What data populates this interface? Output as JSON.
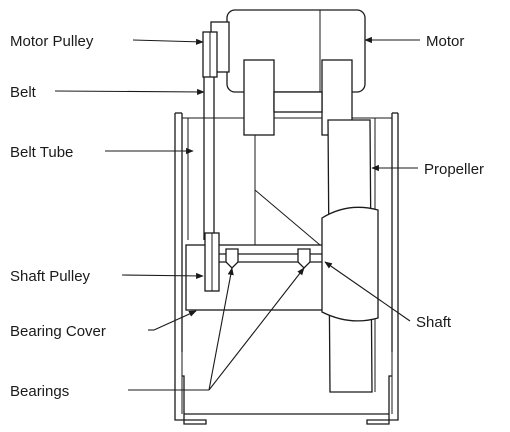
{
  "labels": {
    "motor_pulley": "Motor Pulley",
    "belt": "Belt",
    "belt_tube": "Belt Tube",
    "shaft_pulley": "Shaft Pulley",
    "bearing_cover": "Bearing Cover",
    "bearings": "Bearings",
    "motor": "Motor",
    "propeller": "Propeller",
    "shaft": "Shaft"
  },
  "colors": {
    "line": "#1a1a1a",
    "background": "#ffffff"
  }
}
